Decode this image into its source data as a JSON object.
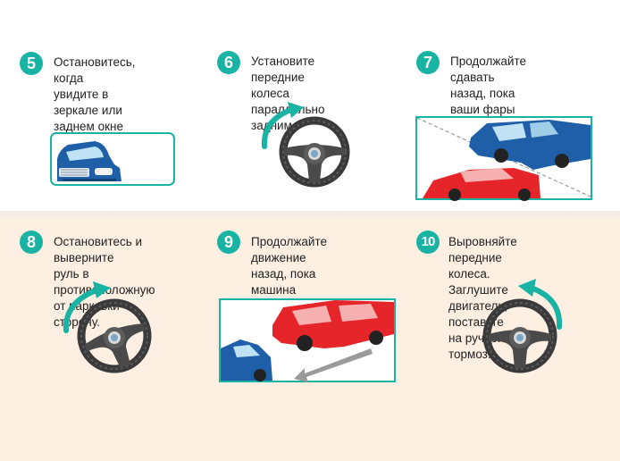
{
  "colors": {
    "accent": "#18b3a3",
    "band_bottom": "#fdefe2",
    "car_blue": "#1f5fa8",
    "car_red": "#e5252a",
    "wheel": "#3a3a3a"
  },
  "steps": [
    {
      "number": "5",
      "text": "Остановитесь, когда\nувидите в зеркале или\nзаднем окне примерно\nтакую картинку."
    },
    {
      "number": "6",
      "text": "Установите передние\nколеса параллельно\nзадним."
    },
    {
      "number": "7",
      "text": "Продолжайте сдавать\nназад, пока ваши фары\nне сравняются с задом «А»."
    },
    {
      "number": "8",
      "text": "Остановитесь и выверните\nруль в противоположную\nот парковки сторону."
    },
    {
      "number": "9",
      "text": "Продолжайте движение\nназад, пока машина\nне встанет параллельно\nостальных."
    },
    {
      "number": "10",
      "text": "Выровняйте передние колеса.\nЗаглушите двигатель,\nпоставьте на ручной тормоз."
    }
  ],
  "icons": {
    "mirror_view": "car-in-mirror-icon",
    "steering_wheel": "steering-wheel-icon",
    "turn_arrow": "turn-arrow-icon",
    "parking_scene": "parking-scene-icon"
  }
}
